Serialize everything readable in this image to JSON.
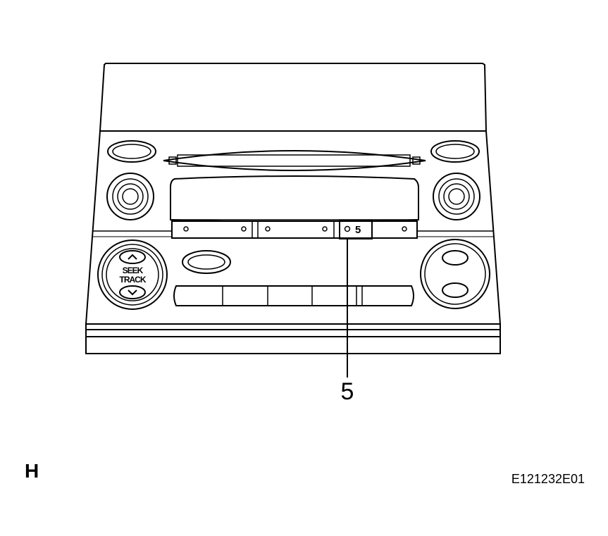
{
  "diagram": {
    "callouts": [
      {
        "id": "5",
        "label": "5"
      }
    ],
    "button_label_seek": "SEEK",
    "button_label_track": "TRACK",
    "screen_marker": "5",
    "section_letter": "H",
    "figure_code": "E121232E01"
  }
}
